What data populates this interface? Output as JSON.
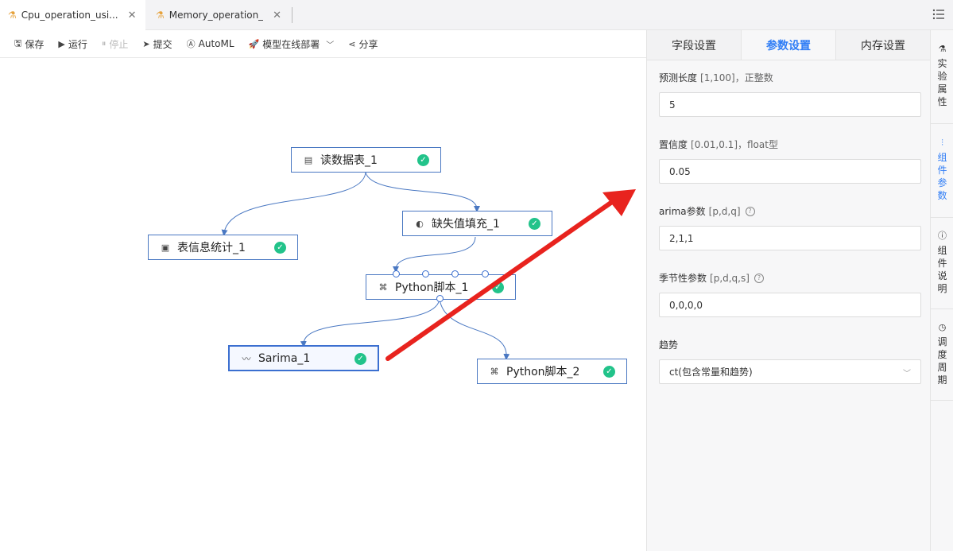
{
  "tabs": [
    {
      "label": "Cpu_operation_usi...",
      "active": true
    },
    {
      "label": "Memory_operation_...",
      "active": false
    }
  ],
  "toolbar": {
    "save": "保存",
    "run": "运行",
    "stop": "停止",
    "submit": "提交",
    "automl": "AutoML",
    "deploy": "模型在线部署",
    "share": "分享"
  },
  "nodes": {
    "read_table": "读数据表_1",
    "table_stats": "表信息统计_1",
    "fill_missing": "缺失值填充_1",
    "python1": "Python脚本_1",
    "sarima": "Sarima_1",
    "python2": "Python脚本_2"
  },
  "panel": {
    "tabs": [
      "字段设置",
      "参数设置",
      "内存设置"
    ],
    "active_tab": "参数设置",
    "fields": [
      {
        "label": "预测长度",
        "hint": "[1,100]，正整数",
        "value": "5"
      },
      {
        "label": "置信度",
        "hint": "[0.01,0.1]，float型",
        "value": "0.05"
      },
      {
        "label": "arima参数",
        "hint": "[p,d,q]",
        "value": "2,1,1"
      },
      {
        "label": "季节性参数",
        "hint": "[p,d,q,s]",
        "value": "0,0,0,0"
      },
      {
        "label": "趋势",
        "hint": "",
        "value": "ct(包含常量和趋势)"
      }
    ]
  },
  "rail": [
    {
      "label": "实验属性",
      "chars": [
        "实",
        "验",
        "属",
        "性"
      ],
      "icon": "flask-icon"
    },
    {
      "label": "组件参数",
      "chars": [
        "组",
        "件",
        "参",
        "数"
      ],
      "icon": "sliders-icon",
      "active": true
    },
    {
      "label": "组件说明",
      "chars": [
        "组",
        "件",
        "说",
        "明"
      ],
      "icon": "info-icon"
    },
    {
      "label": "调度周期",
      "chars": [
        "调",
        "度",
        "周",
        "期"
      ],
      "icon": "clock-icon"
    }
  ],
  "colors": {
    "accent": "#2f7df6",
    "node_border": "#4a78c2",
    "check": "#22c38a",
    "annotation_arrow": "#e8231e"
  }
}
